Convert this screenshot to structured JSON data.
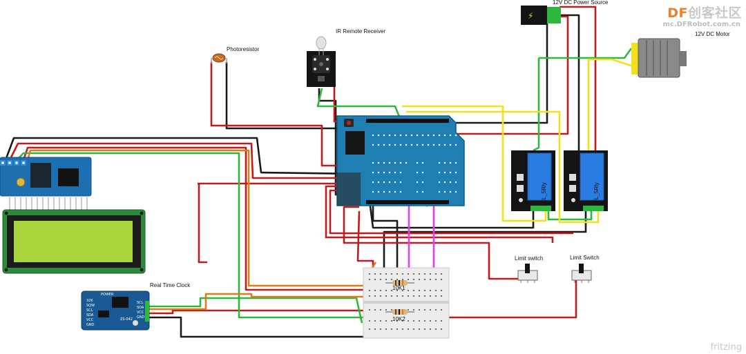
{
  "watermark": {
    "brand_df": "DF",
    "brand_cn": "创客社区",
    "url": "mc.DFRobot.com.cn",
    "tool": "fritzing"
  },
  "labels": {
    "power_source": "12V DC Power Source",
    "motor": "12V DC Motor",
    "ir_receiver": "IR Remote Receiver",
    "photoresistor": "Photoresistor",
    "rtc": "Real Time Clock",
    "limit_switch_1": "Limit switch",
    "limit_switch_2": "Limit Switch",
    "relay_1": "FL_5Rly",
    "relay_2": "FL_5Rly",
    "resistor_1": "10K1",
    "resistor_2": "10K2",
    "rtc_module": "ZS-042",
    "rtc_power": "POWER",
    "rtc_pins_left": [
      "32K",
      "SQW",
      "SCL",
      "SDA",
      "VCC",
      "GND"
    ],
    "rtc_pins_right": [
      "SCL",
      "SDA",
      "VCC",
      "GND"
    ]
  },
  "colors": {
    "wire_red": "#c21a1a",
    "wire_black": "#1a1a1a",
    "wire_green": "#2db83d",
    "wire_yellow": "#f2e01c",
    "wire_orange": "#e07b18",
    "wire_magenta": "#e83ce6",
    "pcb_blue": "#1e6fb0",
    "lcd_green": "#a9d63d",
    "relay_blue": "#2a7de0"
  }
}
